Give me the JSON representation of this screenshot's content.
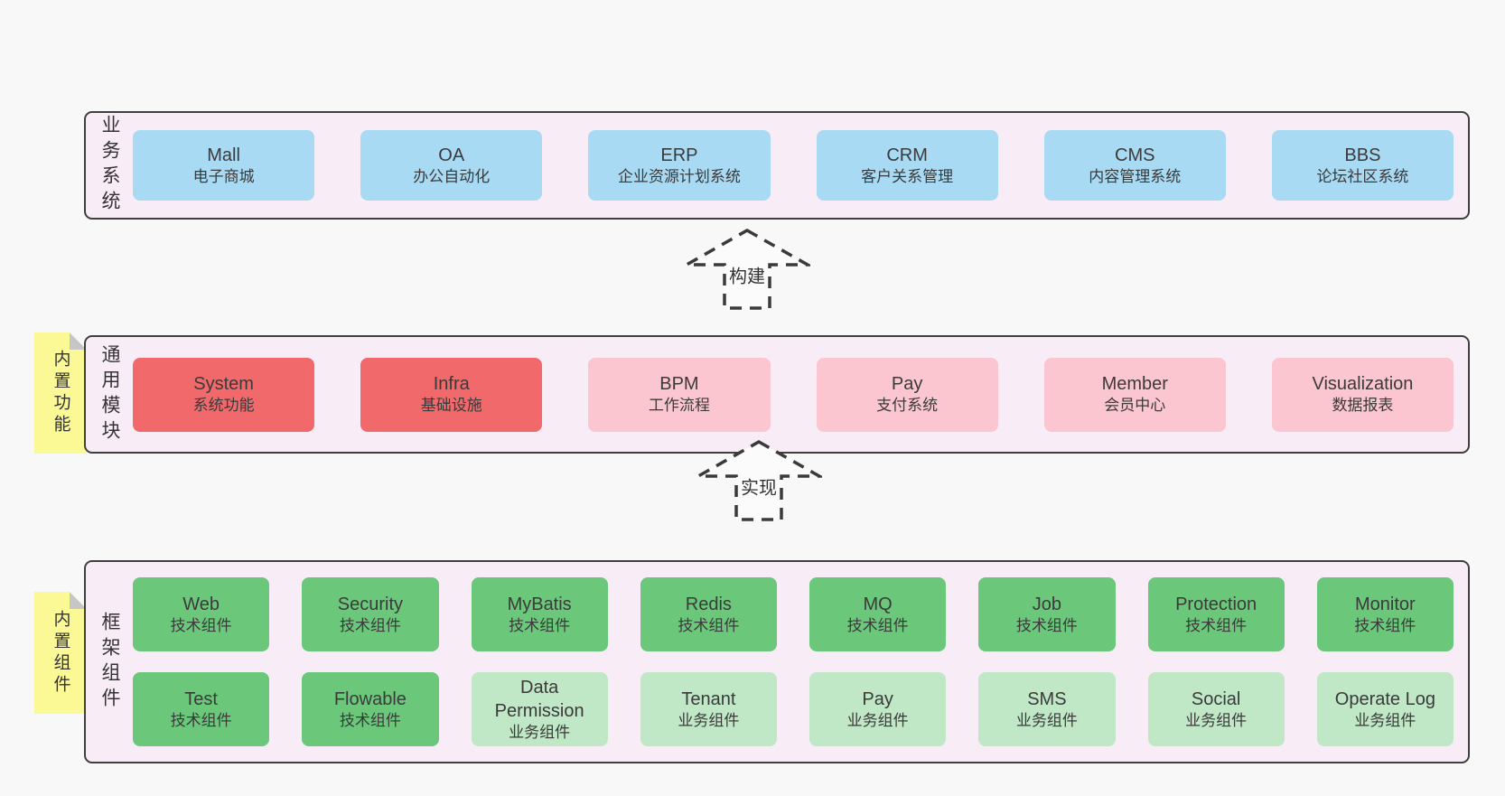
{
  "colors": {
    "page_background": "#f8f8f8",
    "panel_background": "#f8edf6",
    "panel_border": "#3f3f3f",
    "business_system_box": "#a9daf3",
    "core_module_box": "#f1696b",
    "optional_module_box": "#fbc6d0",
    "tech_component_box": "#6bc87b",
    "biz_component_box": "#c0e7c6",
    "sticky_note": "#fbf896",
    "sticky_fold": "#c6c6c6",
    "text": "#3a3a3a"
  },
  "stickies": [
    {
      "label": "内置功能"
    },
    {
      "label": "内置组件"
    }
  ],
  "arrows": [
    {
      "label": "构建"
    },
    {
      "label": "实现"
    }
  ],
  "panels": [
    {
      "id": "business",
      "label": "业务系统",
      "rows": [
        [
          {
            "name": "Mall",
            "desc": "电子商城",
            "type": "blue"
          },
          {
            "name": "OA",
            "desc": "办公自动化",
            "type": "blue"
          },
          {
            "name": "ERP",
            "desc": "企业资源计划系统",
            "type": "blue"
          },
          {
            "name": "CRM",
            "desc": "客户关系管理",
            "type": "blue"
          },
          {
            "name": "CMS",
            "desc": "内容管理系统",
            "type": "blue"
          },
          {
            "name": "BBS",
            "desc": "论坛社区系统",
            "type": "blue"
          }
        ]
      ]
    },
    {
      "id": "modules",
      "label": "通用模块",
      "rows": [
        [
          {
            "name": "System",
            "desc": "系统功能",
            "type": "red"
          },
          {
            "name": "Infra",
            "desc": "基础设施",
            "type": "red"
          },
          {
            "name": "BPM",
            "desc": "工作流程",
            "type": "pink"
          },
          {
            "name": "Pay",
            "desc": "支付系统",
            "type": "pink"
          },
          {
            "name": "Member",
            "desc": "会员中心",
            "type": "pink"
          },
          {
            "name": "Visualization",
            "desc": "数据报表",
            "type": "pink"
          }
        ]
      ]
    },
    {
      "id": "framework",
      "label": "框架组件",
      "rows": [
        [
          {
            "name": "Web",
            "desc": "技术组件",
            "type": "green"
          },
          {
            "name": "Security",
            "desc": "技术组件",
            "type": "green"
          },
          {
            "name": "MyBatis",
            "desc": "技术组件",
            "type": "green"
          },
          {
            "name": "Redis",
            "desc": "技术组件",
            "type": "green"
          },
          {
            "name": "MQ",
            "desc": "技术组件",
            "type": "green"
          },
          {
            "name": "Job",
            "desc": "技术组件",
            "type": "green"
          },
          {
            "name": "Protection",
            "desc": "技术组件",
            "type": "green"
          },
          {
            "name": "Monitor",
            "desc": "技术组件",
            "type": "green"
          }
        ],
        [
          {
            "name": "Test",
            "desc": "技术组件",
            "type": "green"
          },
          {
            "name": "Flowable",
            "desc": "技术组件",
            "type": "green"
          },
          {
            "name": "Data Permission",
            "desc": "业务组件",
            "type": "lightgreen"
          },
          {
            "name": "Tenant",
            "desc": "业务组件",
            "type": "lightgreen"
          },
          {
            "name": "Pay",
            "desc": "业务组件",
            "type": "lightgreen"
          },
          {
            "name": "SMS",
            "desc": "业务组件",
            "type": "lightgreen"
          },
          {
            "name": "Social",
            "desc": "业务组件",
            "type": "lightgreen"
          },
          {
            "name": "Operate Log",
            "desc": "业务组件",
            "type": "lightgreen"
          }
        ]
      ]
    }
  ]
}
